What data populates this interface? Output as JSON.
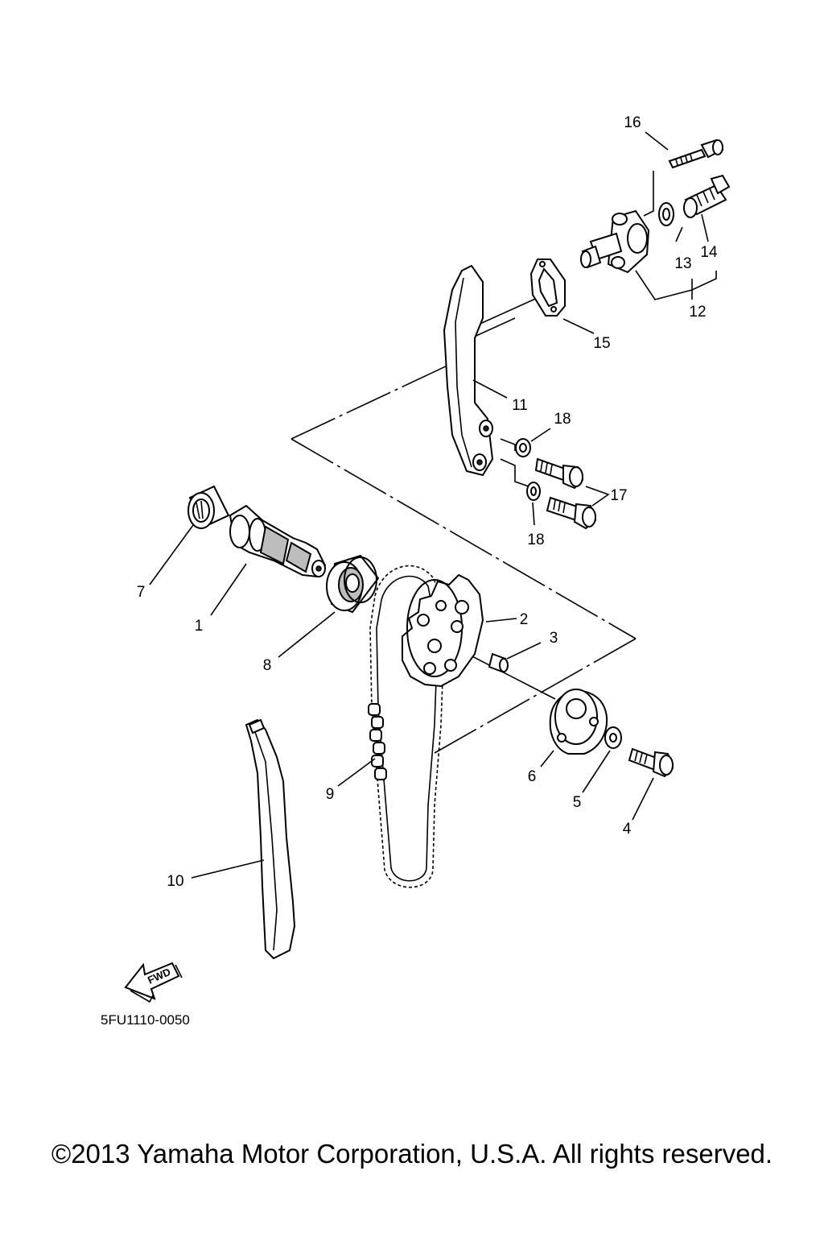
{
  "diagram": {
    "callouts": [
      "1",
      "2",
      "3",
      "4",
      "5",
      "6",
      "7",
      "8",
      "9",
      "10",
      "11",
      "12",
      "13",
      "14",
      "15",
      "16",
      "17",
      "18",
      "18"
    ],
    "fwd_label": "FWD",
    "drawing_code": "5FU1110-0050"
  },
  "footer": {
    "copyright": "©2013 Yamaha Motor Corporation, U.S.A. All rights reserved."
  }
}
